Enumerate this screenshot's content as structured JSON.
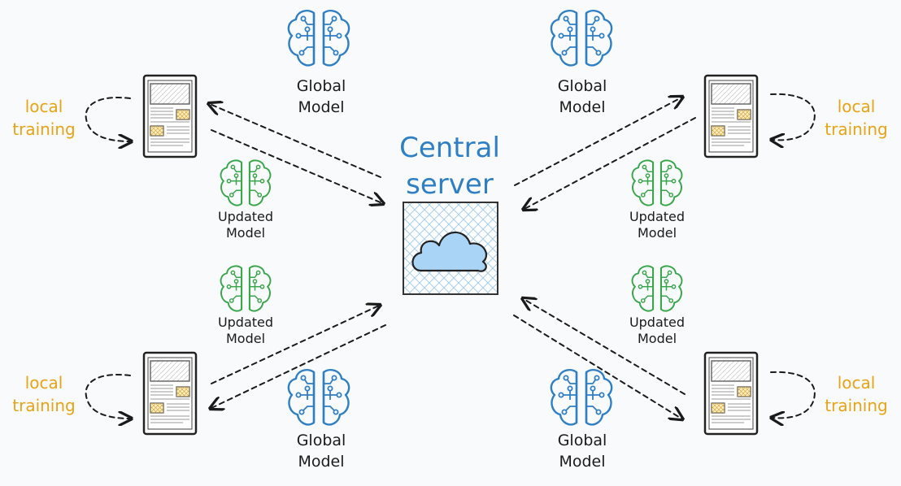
{
  "server": {
    "title_line1": "Central",
    "title_line2": "server"
  },
  "labels": {
    "global_line1": "Global",
    "global_line2": "Model",
    "updated_line1": "Updated",
    "updated_line2": "Model",
    "local_line1": "local",
    "local_line2": "training"
  },
  "colors": {
    "global_model": "#2f7fc4",
    "updated_model": "#3aa64c",
    "local_training": "#e8a317",
    "server_title": "#2f7fc4",
    "cloud_fill": "#aad4f5"
  },
  "icons": {
    "model": "brain-circuit-icon",
    "device": "tablet-device-icon",
    "server": "cloud-icon"
  }
}
